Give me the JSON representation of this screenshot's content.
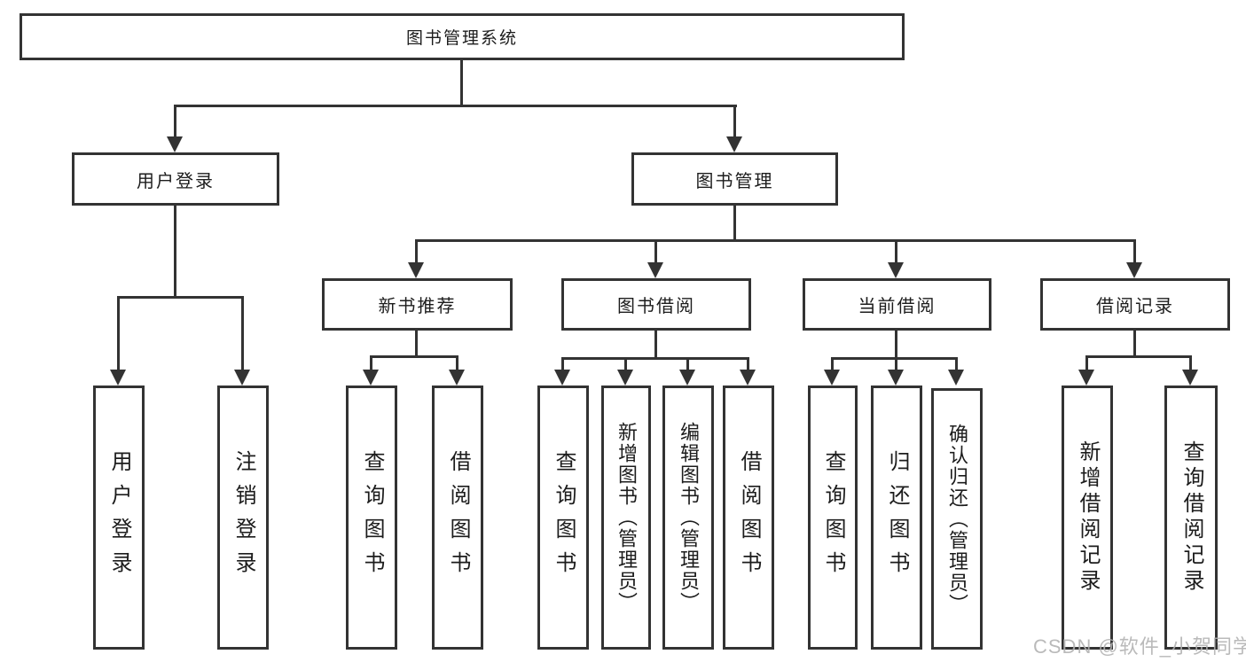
{
  "diagram": {
    "root": {
      "label": "图书管理系统"
    },
    "branches": [
      {
        "label": "用户登录",
        "children": [
          {
            "label": "用户登录"
          },
          {
            "label": "注销登录"
          }
        ]
      },
      {
        "label": "图书管理",
        "children": [
          {
            "label": "新书推荐",
            "children": [
              {
                "label": "查询图书"
              },
              {
                "label": "借阅图书"
              }
            ]
          },
          {
            "label": "图书借阅",
            "children": [
              {
                "label": "查询图书"
              },
              {
                "label": "新增图书（管理员）"
              },
              {
                "label": "编辑图书（管理员）"
              },
              {
                "label": "借阅图书"
              }
            ]
          },
          {
            "label": "当前借阅",
            "children": [
              {
                "label": "查询图书"
              },
              {
                "label": "归还图书"
              },
              {
                "label": "确认归还（管理员）"
              }
            ]
          },
          {
            "label": "借阅记录",
            "children": [
              {
                "label": "新增借阅记录"
              },
              {
                "label": "查询借阅记录"
              }
            ]
          }
        ]
      }
    ]
  },
  "watermark": "CSDN @软件_小贺同学",
  "colors": {
    "line": "#333333",
    "text": "#1c1c1c",
    "background": "#ffffff",
    "watermark": "#b1b1b1"
  }
}
